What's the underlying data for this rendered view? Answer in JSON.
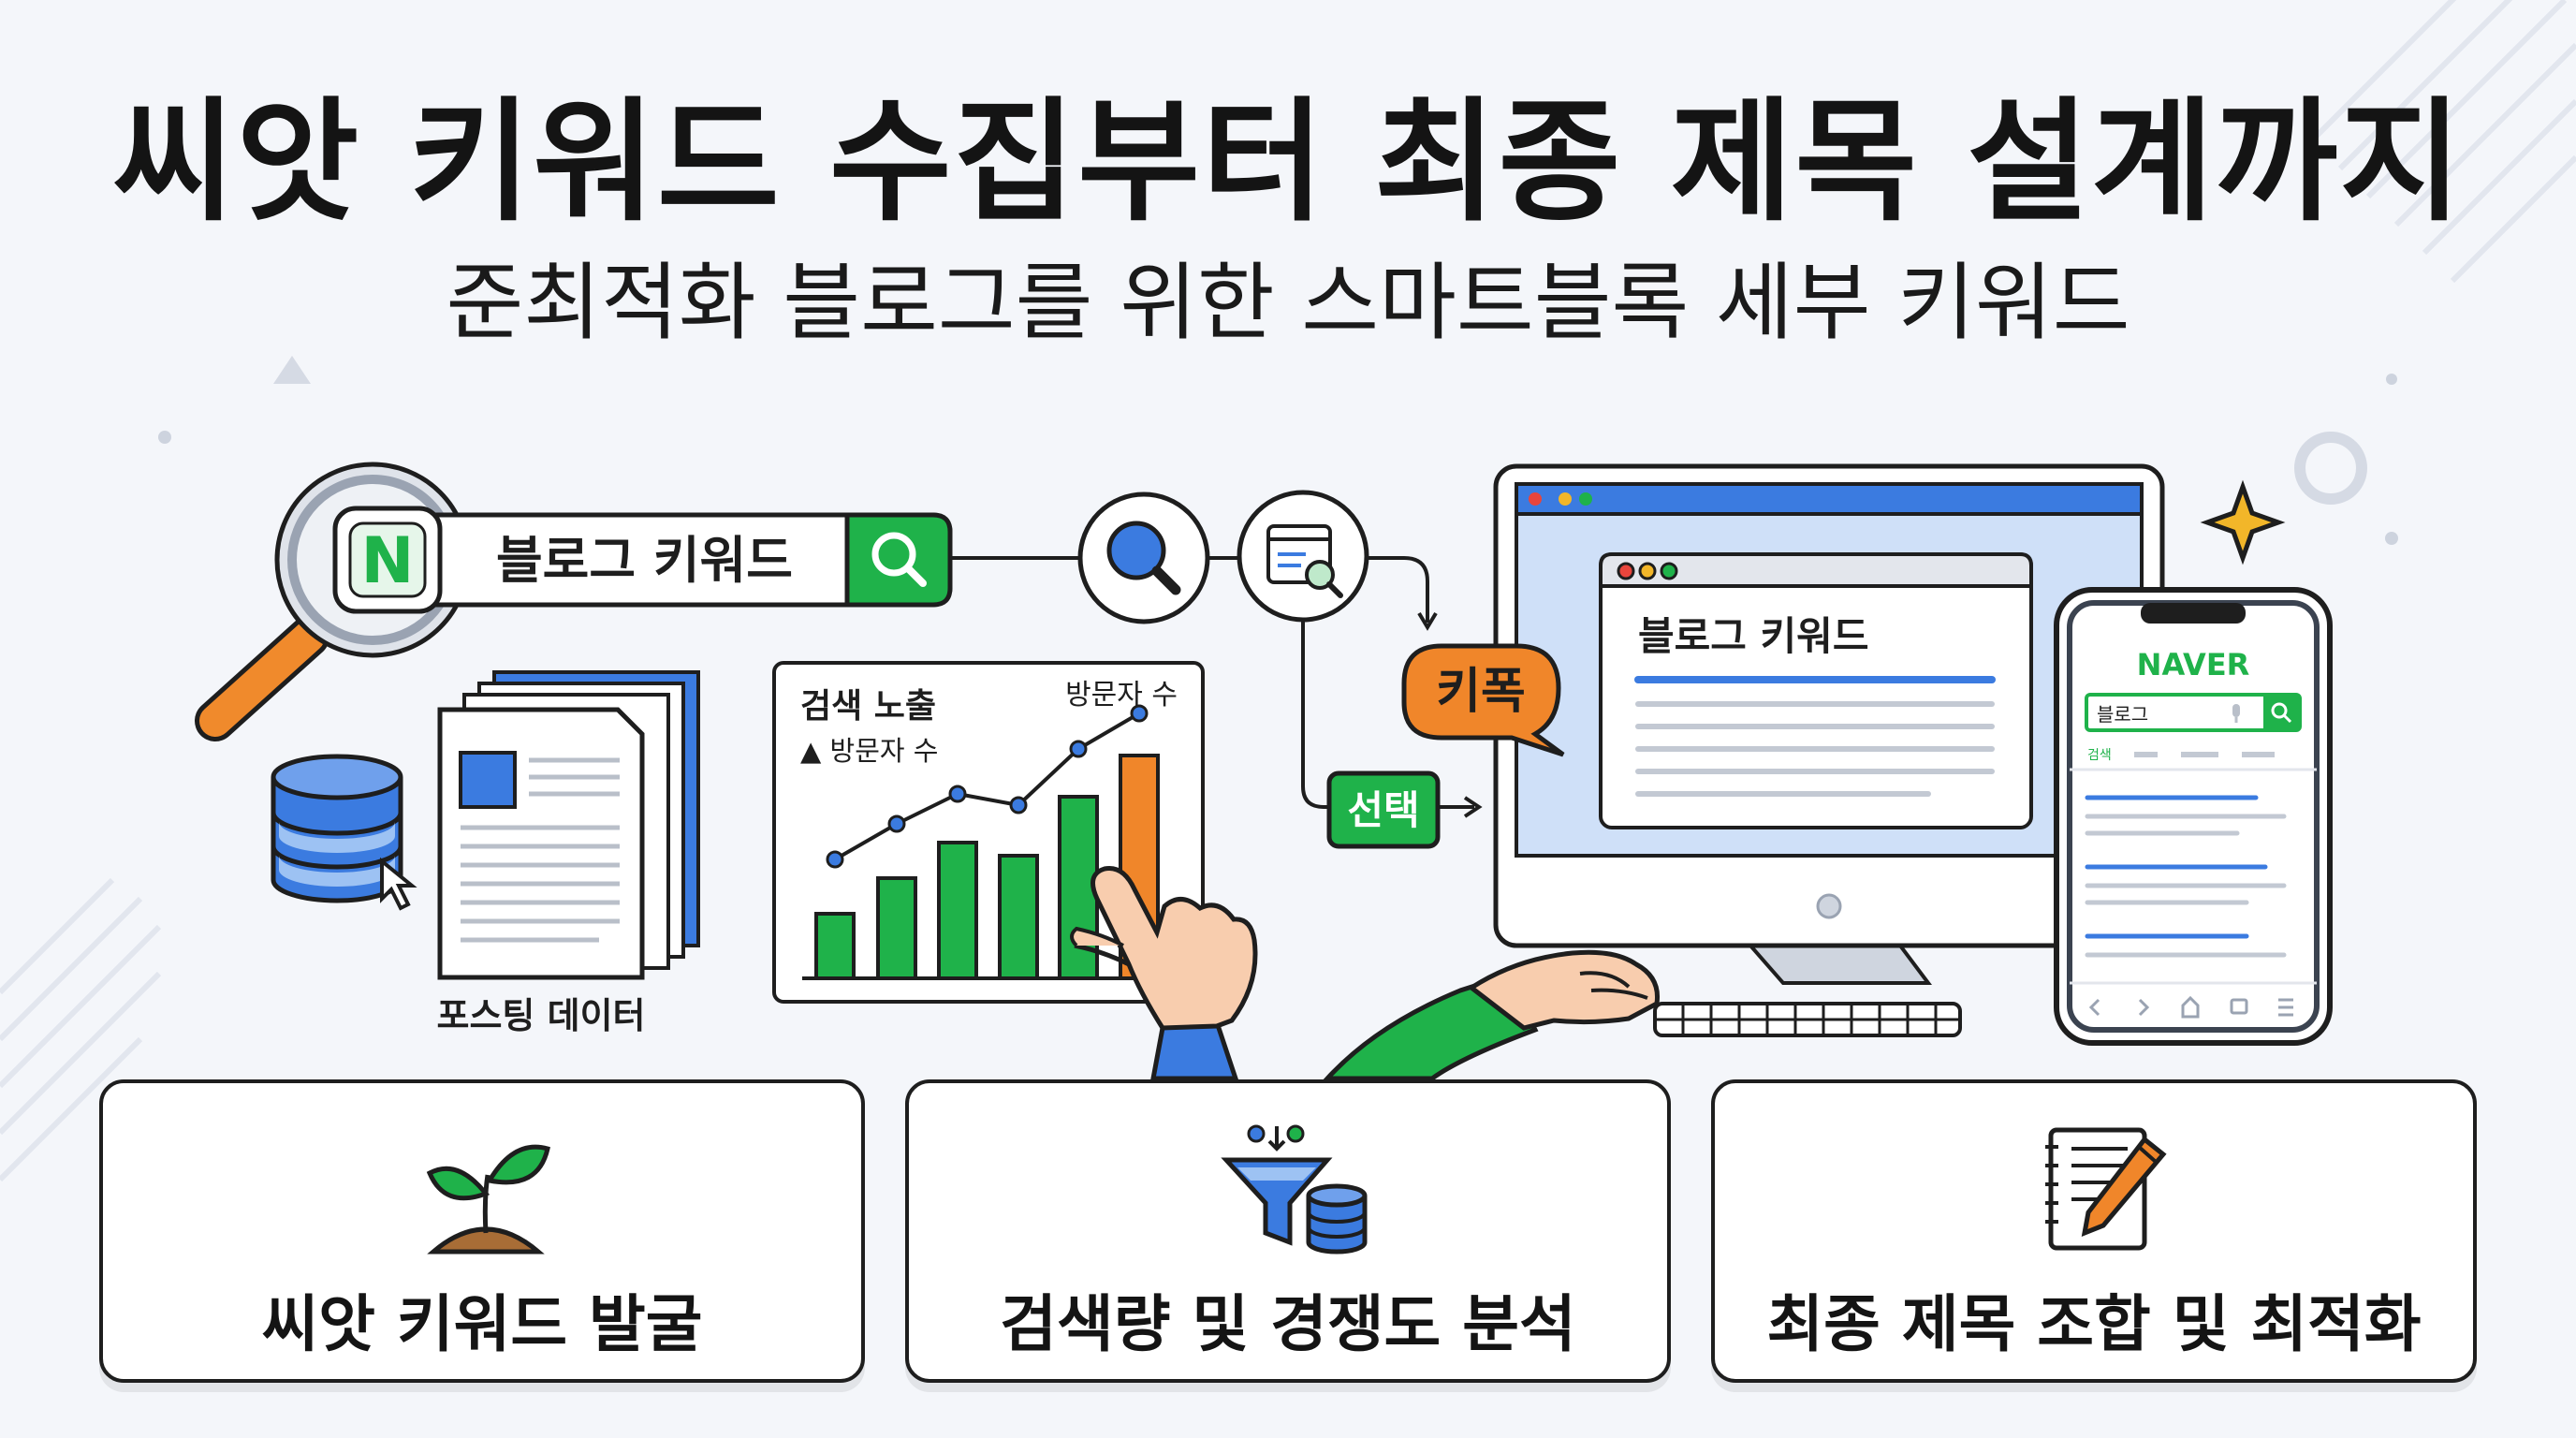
{
  "header": {
    "title": "씨앗 키워드 수집부터 최종 제목 설계까지",
    "subtitle": "준최적화 블로그를 위한 스마트블록 세부 키워드"
  },
  "search_bar": {
    "logo_letter": "N",
    "query": "블로그 키워드"
  },
  "posting": {
    "label": "포스팅 데이터"
  },
  "analytics_chart": {
    "label_exposure": "검색 노출",
    "label_visitors_up": "▲ 방문자 수",
    "label_visitors": "방문자 수"
  },
  "flow": {
    "bubble_label": "키폭",
    "select_label": "선택"
  },
  "monitor": {
    "window_title": "블로그 키워드"
  },
  "phone": {
    "brand": "NAVER",
    "query": "블로그",
    "tab_label": "검색"
  },
  "cards": [
    {
      "label": "씨앗 키워드 발굴",
      "icon": "sprout-icon"
    },
    {
      "label": "검색량 및 경쟁도 분석",
      "icon": "funnel-database-icon"
    },
    {
      "label": "최종 제목 조합 및 최적화",
      "icon": "notepad-pencil-icon"
    }
  ],
  "colors": {
    "naver_green": "#1fb24a",
    "accent_blue": "#3b7be0",
    "accent_orange": "#f0862a",
    "ink": "#1e1e1e"
  }
}
